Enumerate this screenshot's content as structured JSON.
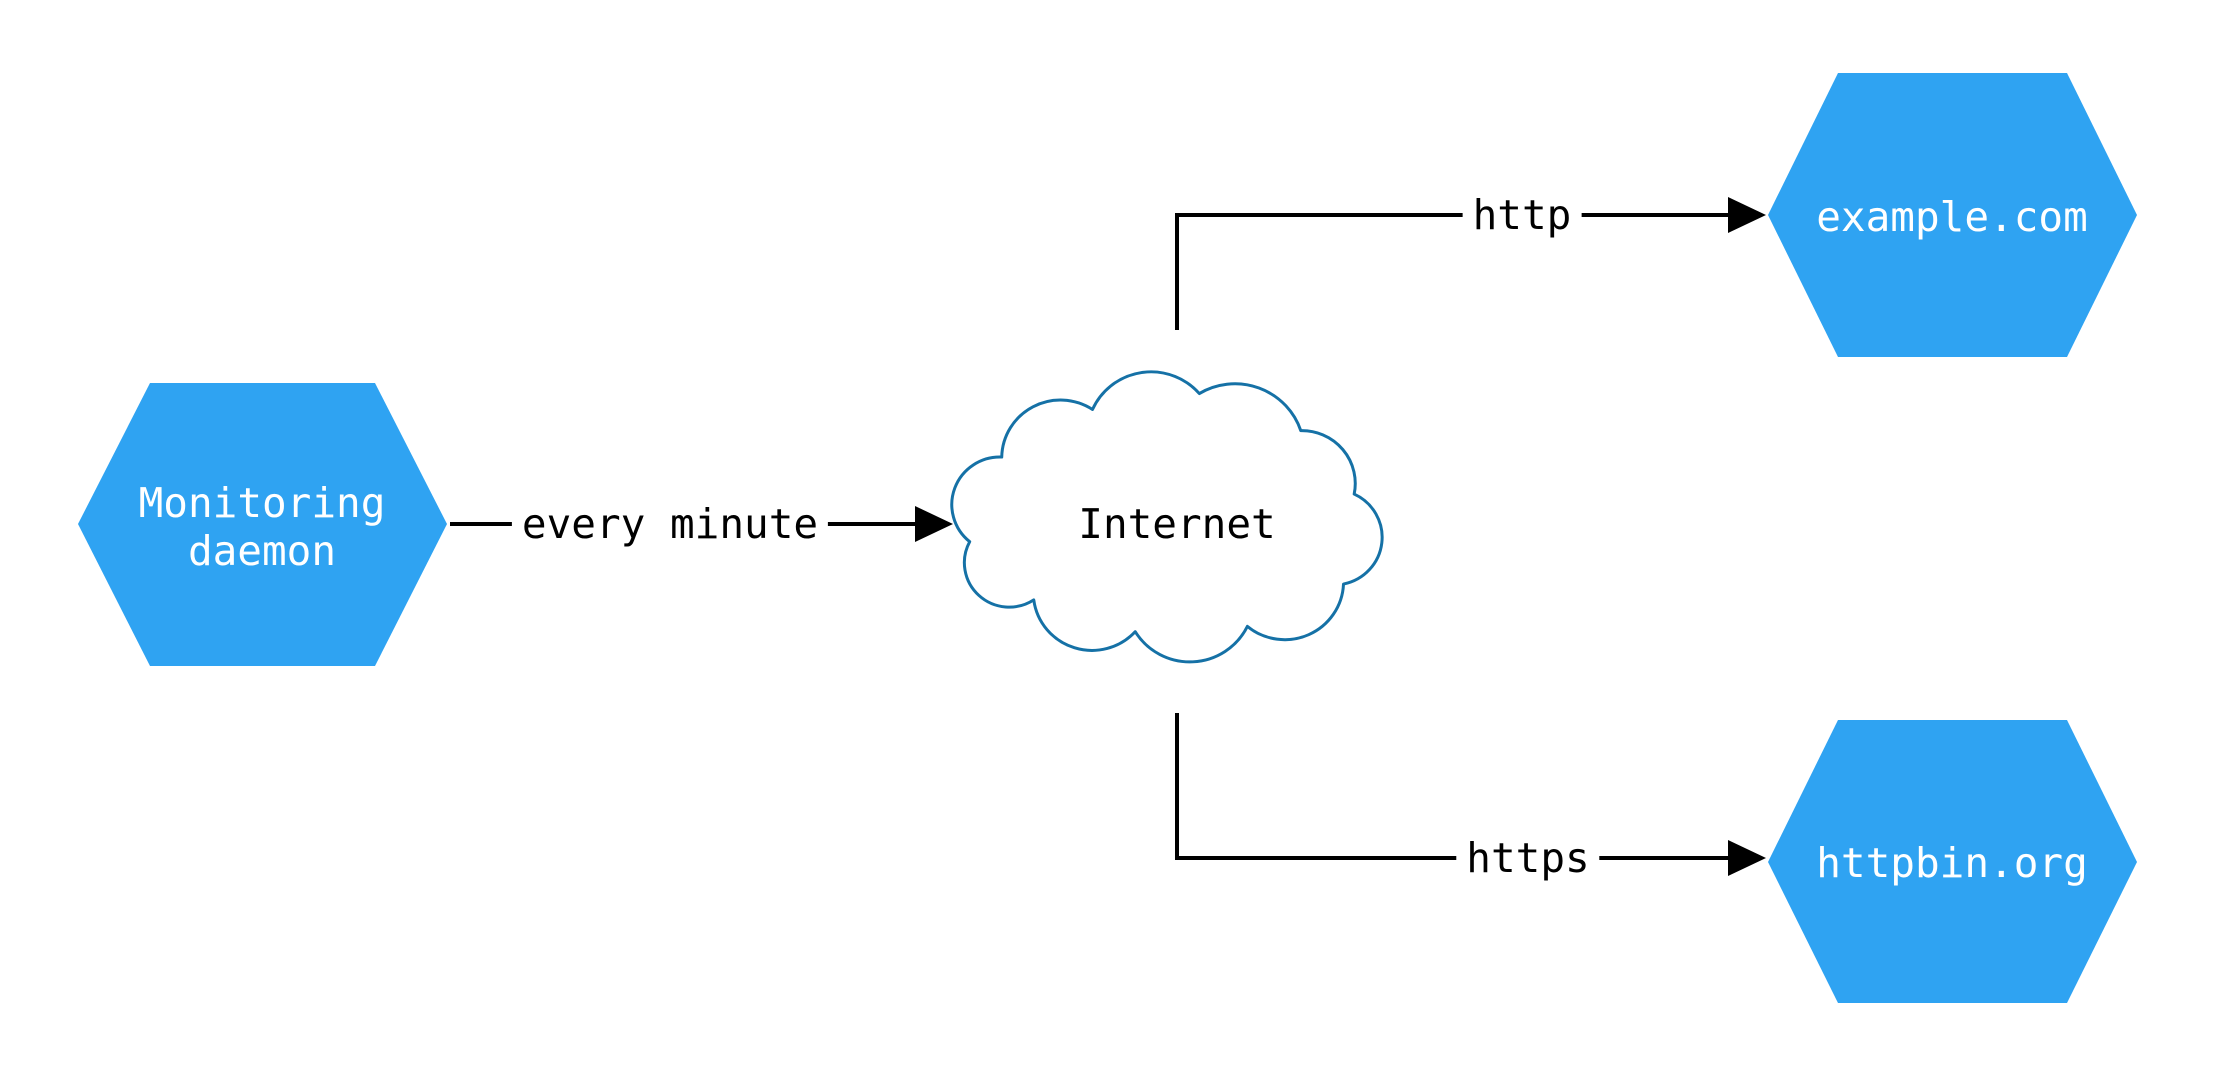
{
  "diagram": {
    "colors": {
      "hexagon_fill": "#2FA3F2",
      "hexagon_text": "#FFFFFF",
      "cloud_stroke": "#1571A6",
      "cloud_fill": "#FFFFFF",
      "line_color": "#000000",
      "edge_label_text": "#000000"
    },
    "nodes": {
      "monitoring": {
        "label_line1": "Monitoring",
        "label_line2": "daemon"
      },
      "internet": {
        "label": "Internet"
      },
      "example": {
        "label": "example.com"
      },
      "httpbin": {
        "label": "httpbin.org"
      }
    },
    "edges": {
      "every_minute": {
        "label": "every minute"
      },
      "http": {
        "label": "http"
      },
      "https": {
        "label": "https"
      }
    }
  }
}
